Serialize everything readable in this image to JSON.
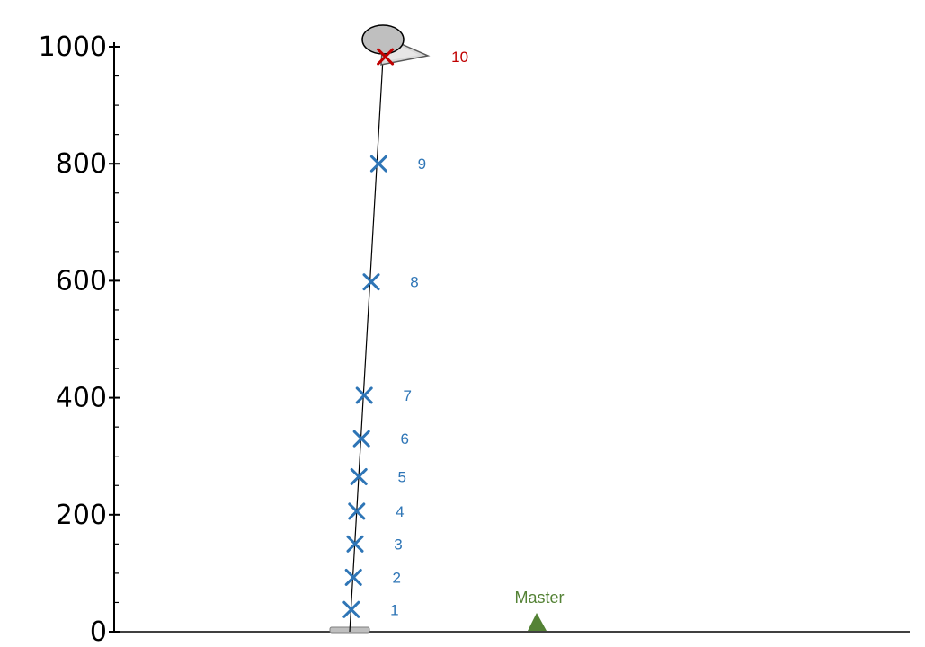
{
  "y_axis": {
    "range": [
      0,
      1000
    ],
    "ticks": [
      "0",
      "200",
      "400",
      "600",
      "800",
      "1000"
    ],
    "minor_step": 50
  },
  "sensors": [
    {
      "label": "1",
      "height": 38,
      "offset": 0.3
    },
    {
      "label": "2",
      "height": 93,
      "offset": 0.7
    },
    {
      "label": "3",
      "height": 150,
      "offset": 1.0
    },
    {
      "label": "4",
      "height": 206,
      "offset": 1.3
    },
    {
      "label": "5",
      "height": 265,
      "offset": 1.7
    },
    {
      "label": "6",
      "height": 330,
      "offset": 2.2
    },
    {
      "label": "7",
      "height": 404,
      "offset": 2.7
    },
    {
      "label": "8",
      "height": 598,
      "offset": 4.0
    },
    {
      "label": "9",
      "height": 800,
      "offset": 5.4
    }
  ],
  "top_sensor": {
    "label": "10",
    "height": 983,
    "offset": 6.6
  },
  "master": {
    "label": "Master"
  },
  "colors": {
    "sensor": "#2E75B6",
    "top_sensor": "#C00000",
    "master": "#548235",
    "tether": "#000000",
    "balloon": "#BFBFBF",
    "axis": "#000000"
  }
}
